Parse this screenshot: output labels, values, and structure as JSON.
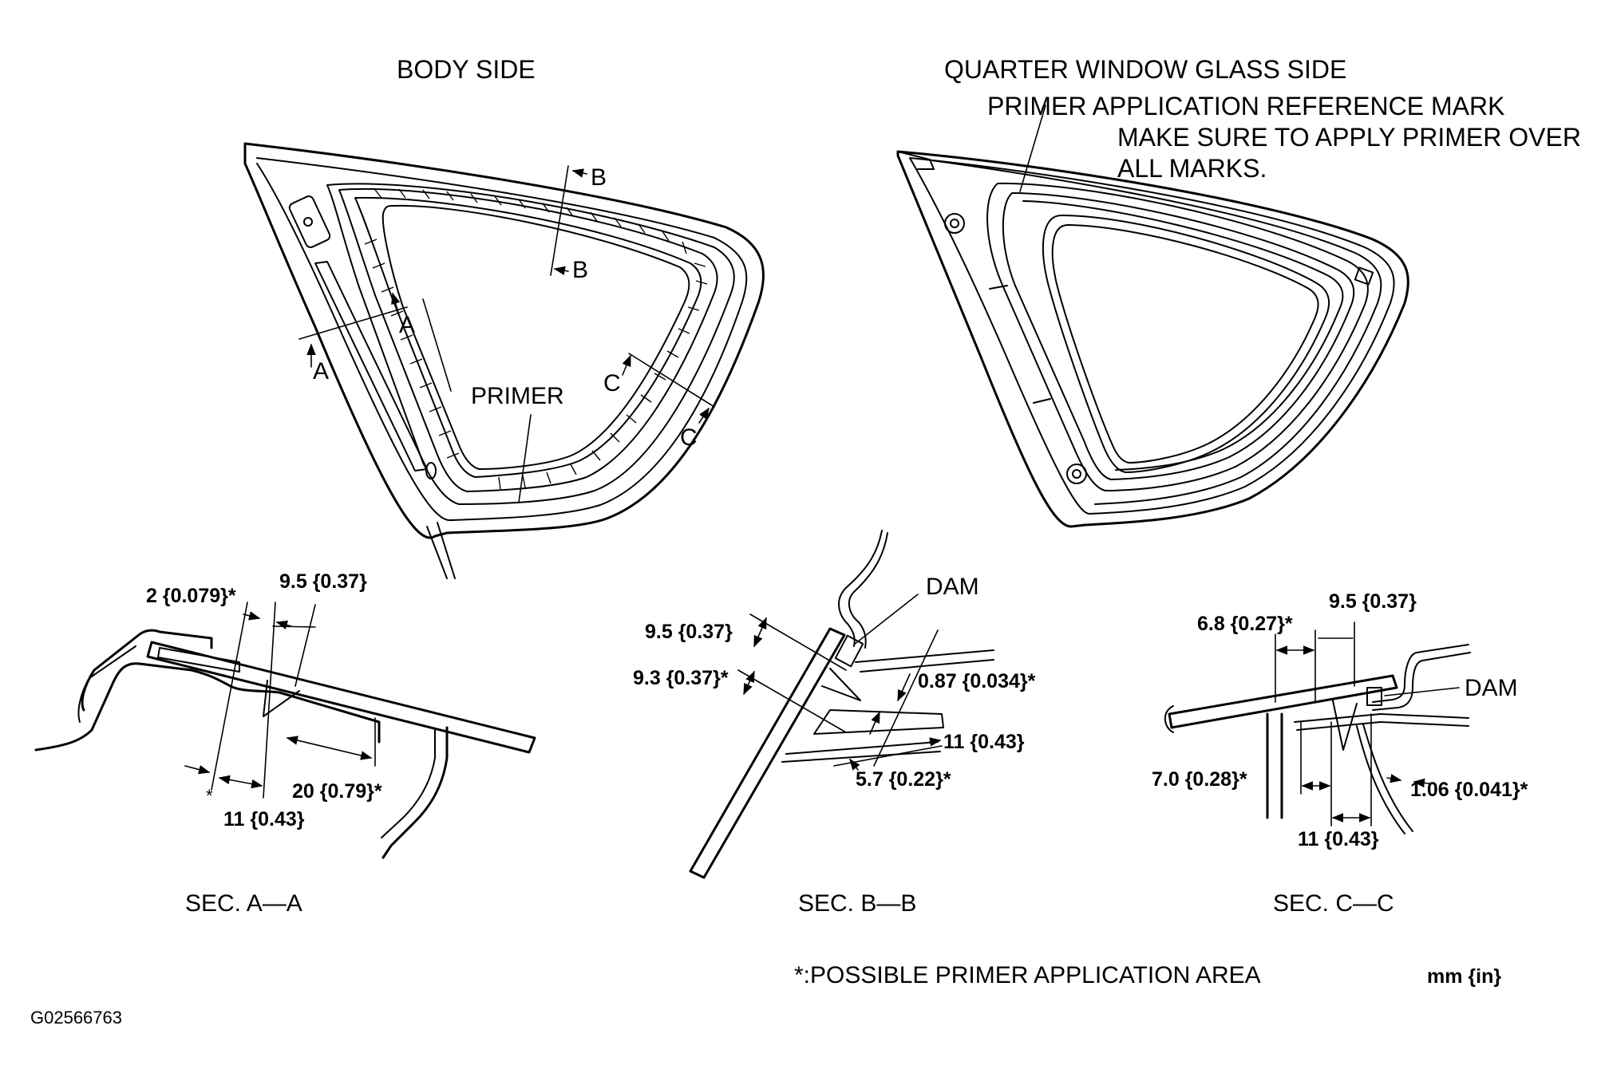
{
  "headings": {
    "body_side": "BODY SIDE",
    "glass_side": "QUARTER WINDOW GLASS SIDE",
    "ref_mark": "PRIMER APPLICATION REFERENCE MARK",
    "note_line1": "MAKE SURE TO APPLY PRIMER OVER",
    "note_line2": "ALL MARKS."
  },
  "body_side_labels": {
    "primer": "PRIMER",
    "a1": "A",
    "a2": "A",
    "b1": "B",
    "b2": "B",
    "c1": "C",
    "c2": "C"
  },
  "sections": {
    "aa": {
      "title": "SEC. A—A",
      "dims": [
        "2 {0.079}*",
        "9.5 {0.37}",
        "20 {0.79}*",
        "11 {0.43}"
      ],
      "star": "*"
    },
    "bb": {
      "title": "SEC. B—B",
      "dam": "DAM",
      "dims": [
        "9.5 {0.37}",
        "9.3 {0.37}*",
        "0.87 {0.034}*",
        "11 {0.43}",
        "5.7 {0.22}*"
      ]
    },
    "cc": {
      "title": "SEC. C—C",
      "dam": "DAM",
      "dims": [
        "6.8 {0.27}*",
        "9.5 {0.37}",
        "7.0 {0.28}*",
        "1.06 {0.041}*",
        "11 {0.43}"
      ]
    }
  },
  "footer": {
    "note": "*:POSSIBLE PRIMER APPLICATION AREA",
    "units": "mm {in}",
    "figure_id": "G02566763"
  }
}
